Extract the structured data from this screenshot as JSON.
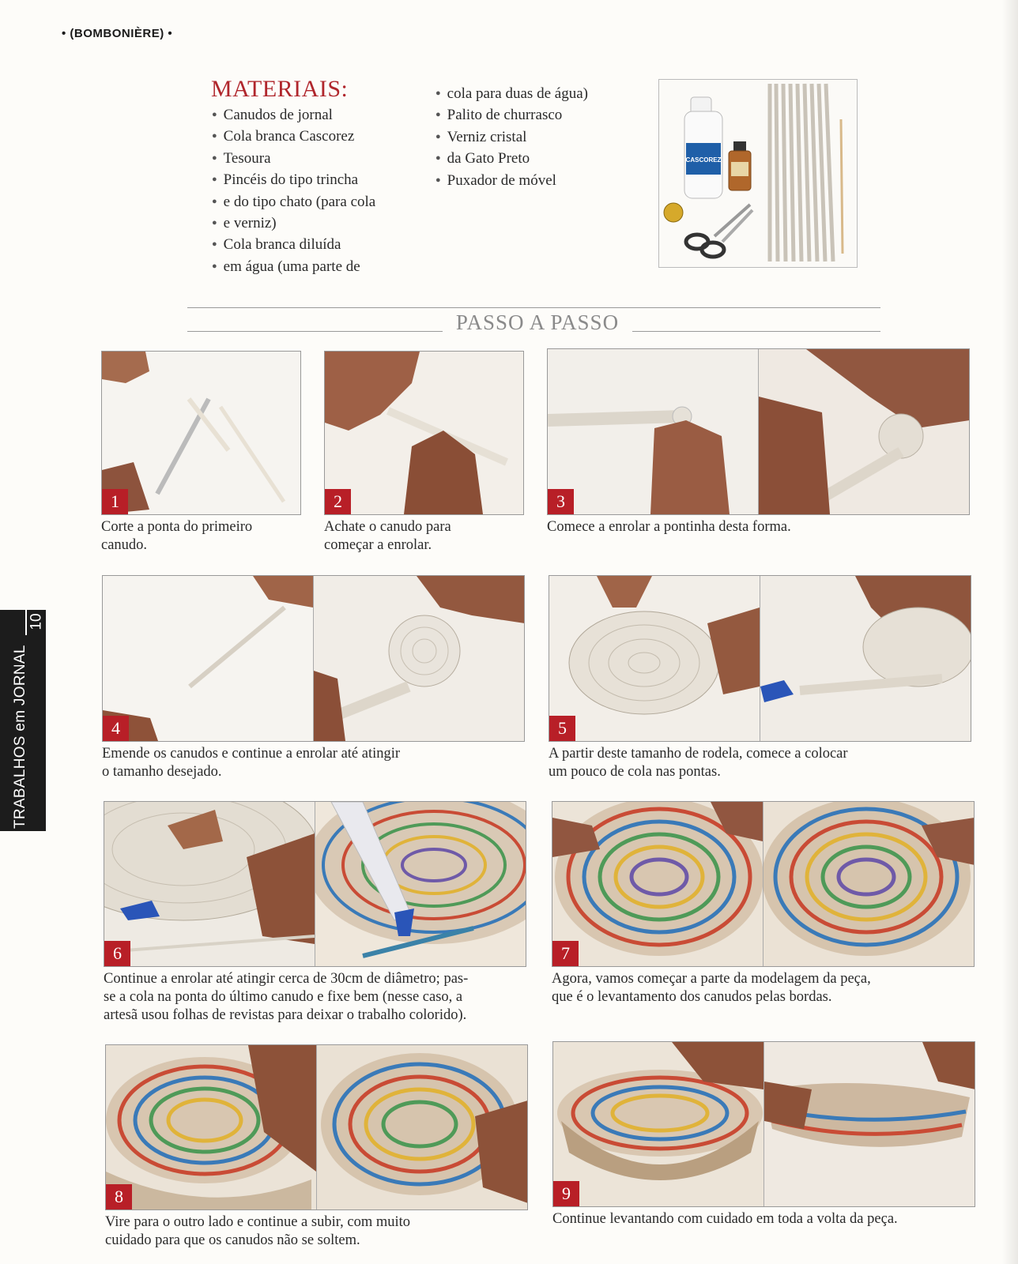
{
  "header": {
    "section": "• (BOMBONIÈRE) •"
  },
  "materials": {
    "title": "MATERIAIS:",
    "column1": [
      "Canudos de jornal",
      "Cola branca Cascorez",
      "Tesoura",
      "Pincéis do tipo trincha",
      "e do tipo chato (para cola",
      "e verniz)",
      "Cola branca diluída",
      "em água (uma parte de"
    ],
    "column2": [
      "cola para duas de água)",
      "Palito de churrasco",
      "Verniz cristal",
      "da Gato Preto",
      "Puxador de móvel"
    ],
    "photo_label": "CASCOREZ"
  },
  "steps_title": "PASSO A PASSO",
  "steps": [
    {
      "num": "1",
      "caption_lines": [
        "Corte a ponta do primeiro",
        "canudo."
      ]
    },
    {
      "num": "2",
      "caption_lines": [
        "Achate o canudo para",
        "começar a enrolar."
      ]
    },
    {
      "num": "3",
      "caption_lines": [
        "Comece a enrolar a pontinha desta forma."
      ]
    },
    {
      "num": "4",
      "caption_lines": [
        "Emende os canudos e continue a enrolar até atingir",
        "o tamanho desejado."
      ]
    },
    {
      "num": "5",
      "caption_lines": [
        "A partir deste tamanho de rodela, comece a colocar",
        "um pouco de cola nas pontas."
      ]
    },
    {
      "num": "6",
      "caption_lines": [
        "Continue a enrolar até atingir cerca de 30cm de diâmetro; pas-",
        "se a cola na ponta do último canudo e fixe bem (nesse caso, a",
        "artesã usou folhas de revistas para deixar o trabalho colorido)."
      ]
    },
    {
      "num": "7",
      "caption_lines": [
        "Agora, vamos começar a parte da modelagem da peça,",
        "que é o levantamento dos canudos pelas bordas."
      ]
    },
    {
      "num": "8",
      "caption_lines": [
        "Vire para o outro lado e continue a subir, com muito",
        "cuidado para que os canudos não se soltem."
      ]
    },
    {
      "num": "9",
      "caption_lines": [
        "Continue levantando com cuidado em toda a volta da peça."
      ]
    }
  ],
  "side_tab": {
    "text": "TRABALHOS em JORNAL",
    "page": "10"
  },
  "colors": {
    "accent_red": "#b0262c",
    "tab_black": "#1c1c1c"
  }
}
